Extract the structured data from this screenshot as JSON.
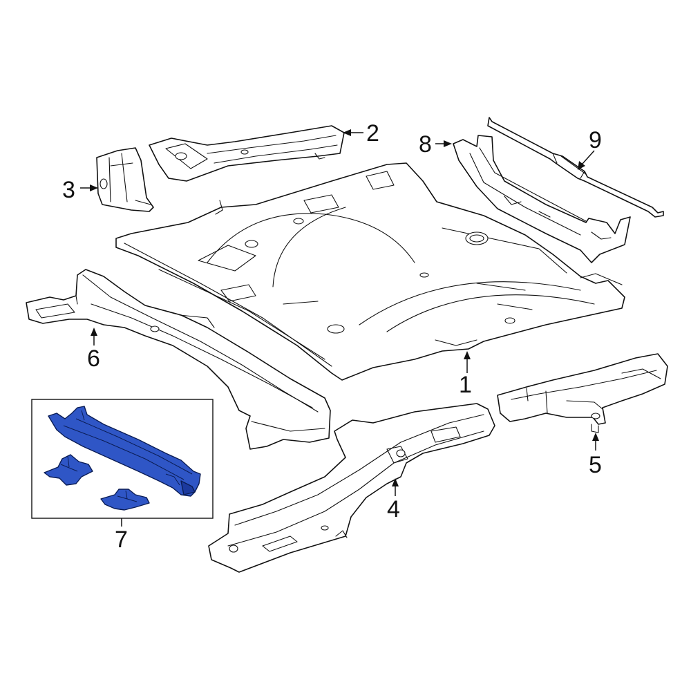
{
  "colors": {
    "line": "#111111",
    "highlight": "#2f56c6",
    "highlight_dark": "#1c3a9e",
    "background": "#ffffff"
  },
  "callouts": {
    "c1": "1",
    "c2": "2",
    "c3": "3",
    "c4": "4",
    "c5": "5",
    "c6": "6",
    "c7": "7",
    "c8": "8",
    "c9": "9"
  }
}
